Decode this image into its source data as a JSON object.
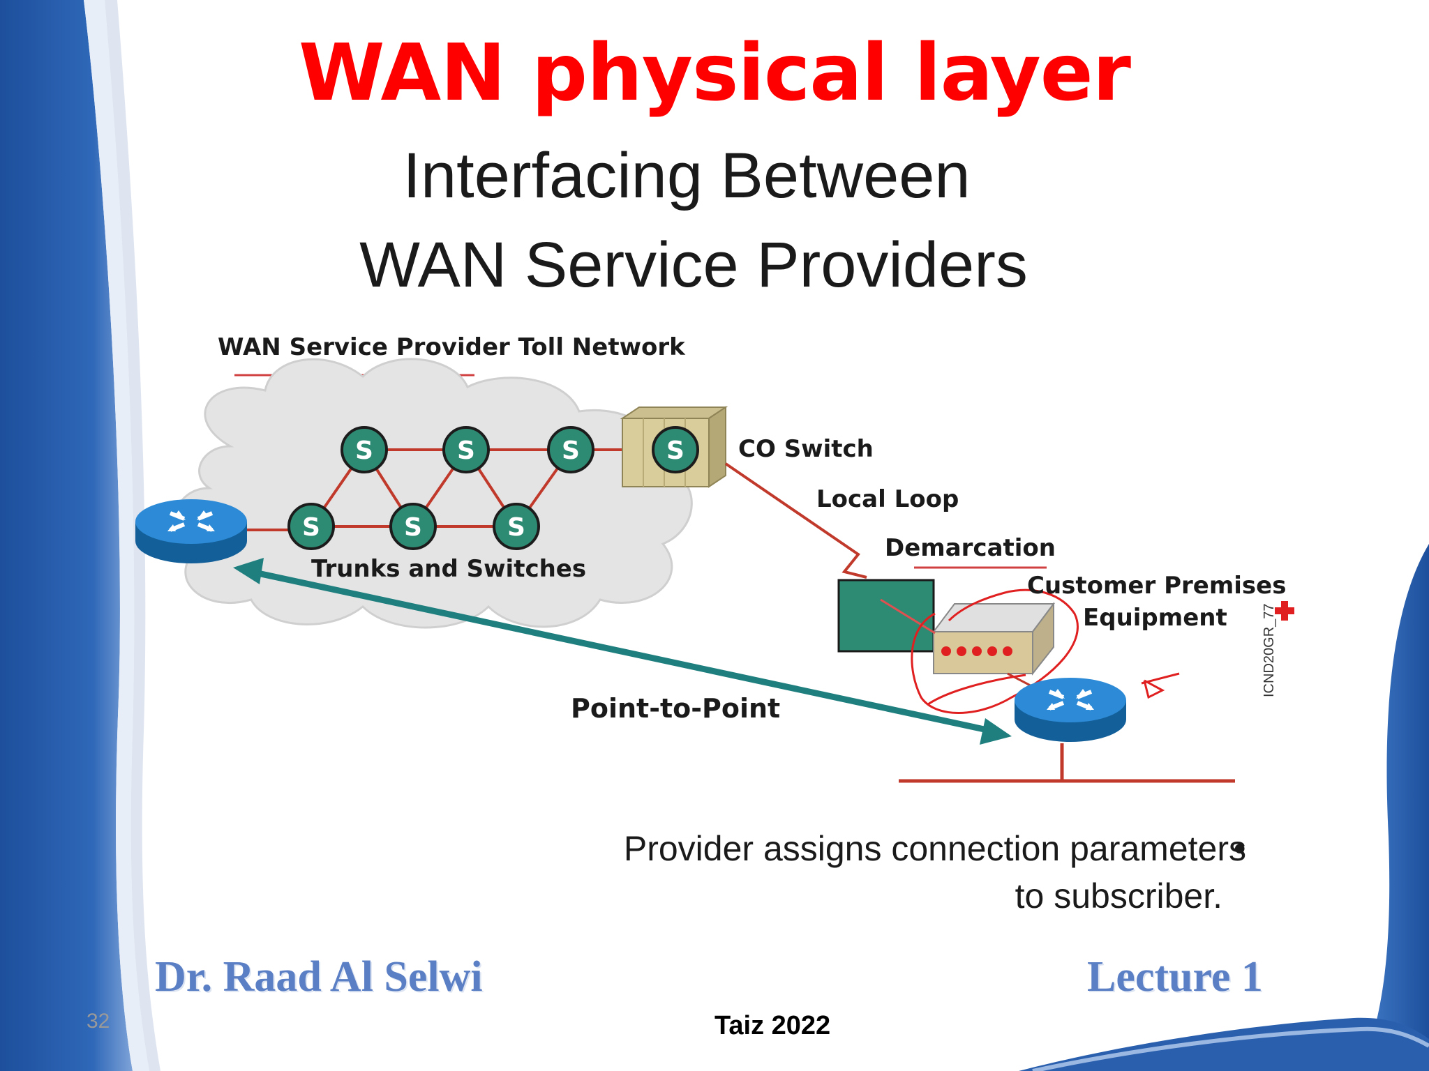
{
  "slide": {
    "title": "WAN physical layer",
    "subtitle_line1": "Interfacing Between",
    "subtitle_line2": "WAN Service Providers"
  },
  "diagram": {
    "toll_network_label": "WAN Service Provider Toll Network",
    "switch_letter": "S",
    "co_switch_label": "CO Switch",
    "local_loop_label": "Local Loop",
    "demarcation_label": "Demarcation",
    "cpe_label_line1": "Customer Premises",
    "cpe_label_line2": "Equipment",
    "trunks_label": "Trunks and Switches",
    "p2p_label": "Point-to-Point",
    "figure_code": "ICND20GR_77",
    "colors": {
      "switch_fill": "#2e8b73",
      "trunk_line": "#c0392b",
      "arrow": "#1f7f7f",
      "router": "#1d7fc4",
      "cloud": "#e6e6e6",
      "demarc_box": "#2e8b73",
      "cpe_box": "#d9c99a",
      "annotation": "#e02020"
    }
  },
  "bullet": {
    "line1": "Provider assigns connection parameters",
    "line2": "to subscriber.",
    "marker": "•"
  },
  "footer": {
    "author": "Dr. Raad Al Selwi",
    "lecture": "Lecture 1",
    "page_number": "32",
    "place": "Taiz 2022"
  }
}
